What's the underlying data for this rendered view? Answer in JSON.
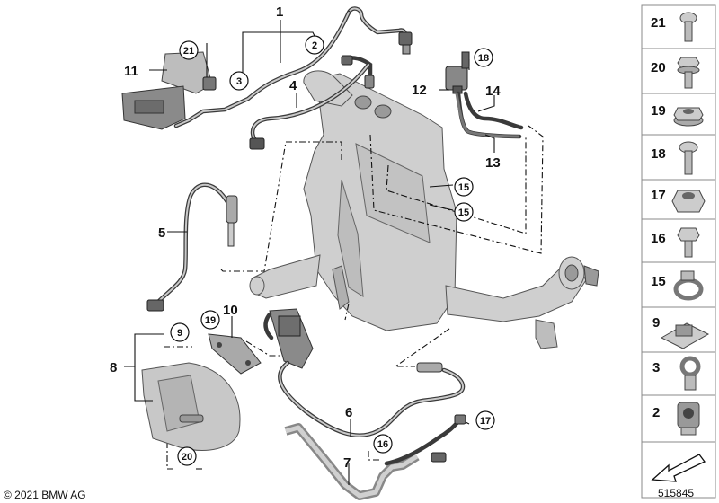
{
  "callouts": {
    "c1": "1",
    "c2": "2",
    "c3": "3",
    "c4": "4",
    "c5": "5",
    "c6": "6",
    "c7": "7",
    "c8": "8",
    "c9": "9",
    "c10": "10",
    "c11": "11",
    "c12": "12",
    "c13": "13",
    "c14": "14",
    "c15a": "15",
    "c15b": "15",
    "c16": "16",
    "c17": "17",
    "c18": "18",
    "c19": "19",
    "c20": "20",
    "c21": "21"
  },
  "sidebar": {
    "items": [
      {
        "label": "21",
        "icon": "torx-bolt-icon"
      },
      {
        "label": "20",
        "icon": "flange-bolt-icon"
      },
      {
        "label": "19",
        "icon": "flange-nut-icon"
      },
      {
        "label": "18",
        "icon": "torx-bolt-icon"
      },
      {
        "label": "17",
        "icon": "hex-nut-icon"
      },
      {
        "label": "16",
        "icon": "hex-bolt-icon"
      },
      {
        "label": "15",
        "icon": "hose-clamp-icon"
      },
      {
        "label": "9",
        "icon": "cable-holder-icon"
      },
      {
        "label": "3",
        "icon": "cable-clip-icon"
      },
      {
        "label": "2",
        "icon": "clip-holder-icon"
      },
      {
        "label": "",
        "icon": "direction-arrow-icon"
      }
    ]
  },
  "footer": {
    "copyright": "© 2021 BMW AG",
    "diagram_number": "515845"
  }
}
